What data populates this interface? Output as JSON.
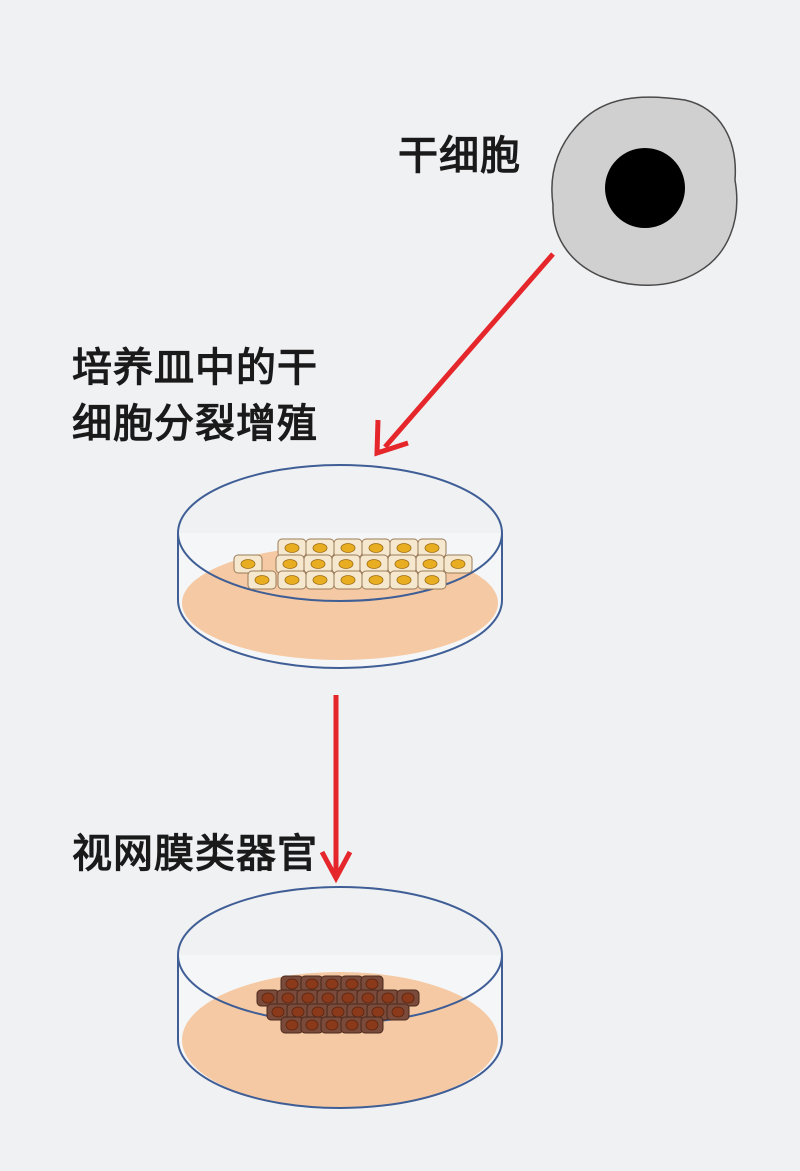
{
  "labels": {
    "stem_cell": "干细胞",
    "culture_proliferation": "培养皿中的干细胞分裂增殖",
    "retinal_organoid": "视网膜类器官"
  },
  "colors": {
    "background": "#f0f1f3",
    "arrow": "#e5262b",
    "dish_outline": "#3f5e96",
    "medium": "#f5c9a3",
    "stem_cell_body": "#d0d0d0",
    "nucleus": "#000000",
    "cell_fill": "#f6e8cf",
    "cell_nucleus": "#e9ad22",
    "organoid_cell": "#7a4a3a",
    "organoid_nucleus": "#8a3a1a"
  },
  "icons": [
    "stem-cell",
    "arrow-down-left",
    "petri-dish",
    "arrow-down",
    "petri-dish"
  ]
}
